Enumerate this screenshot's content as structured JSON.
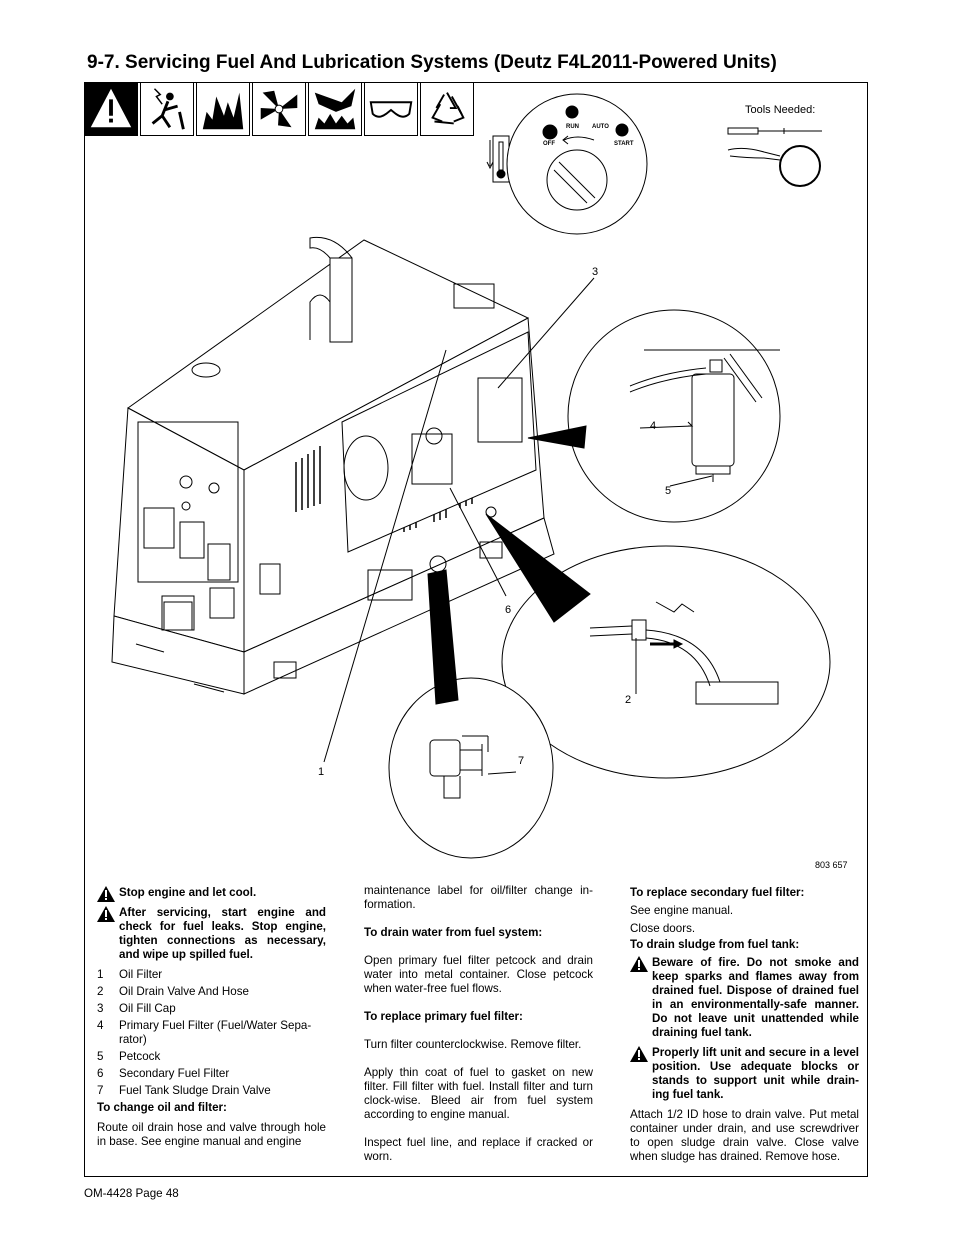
{
  "title": "9-7.   Servicing Fuel And Lubrication Systems (Deutz F4L2011-Powered Units)",
  "tools_label": "Tools Needed:",
  "switch_labels": {
    "run": "RUN",
    "auto": "AUTO",
    "off": "OFF",
    "start": "START"
  },
  "callouts": {
    "c1": "1",
    "c2": "2",
    "c3": "3",
    "c4": "4",
    "c5": "5",
    "c6": "6",
    "c7": "7"
  },
  "figure_number": "803 657",
  "hazard_icons": [
    "warning-icon",
    "electric-shock-icon",
    "fire-icon",
    "fan-hazard-icon",
    "hot-surface-icon",
    "safety-glasses-icon",
    "recycle-icon"
  ],
  "col1": {
    "warn1": "Stop engine and let cool.",
    "warn2": "After servicing, start engine and check for fuel leaks. Stop engine, tighten connections as necessary, and wipe up spilled fuel.",
    "items": [
      {
        "n": "1",
        "label": "Oil Filter"
      },
      {
        "n": "2",
        "label": "Oil Drain Valve And Hose"
      },
      {
        "n": "3",
        "label": "Oil Fill Cap"
      },
      {
        "n": "4",
        "label": "Primary Fuel Filter (Fuel/Water Sepa-rator)"
      },
      {
        "n": "5",
        "label": "Petcock"
      },
      {
        "n": "6",
        "label": "Secondary Fuel Filter"
      },
      {
        "n": "7",
        "label": "Fuel Tank Sludge Drain Valve"
      }
    ],
    "heading": "To change oil and filter:",
    "para": "Route oil drain hose and valve through hole in base. See engine manual and engine"
  },
  "col2": {
    "para1": "maintenance label for oil/filter change in-formation.",
    "heading1": "To drain water from fuel system:",
    "para2": "Open primary fuel filter petcock and drain water into metal container. Close petcock when water-free fuel flows.",
    "heading2": "To replace primary fuel filter:",
    "para3": "Turn filter counterclockwise. Remove filter.",
    "para4": "Apply thin coat of fuel to gasket on new filter. Fill filter with fuel. Install filter and turn clock-wise. Bleed air from fuel system according to engine manual.",
    "para5": "Inspect fuel line, and replace if cracked or worn."
  },
  "col3": {
    "heading1": "To replace secondary fuel filter:",
    "para1": "See engine manual.",
    "para2": "Close doors.",
    "heading2": "To drain sludge from fuel tank:",
    "warn1": "Beware of fire. Do not smoke and keep sparks and flames away from drained fuel. Dispose of drained fuel in an environmentally-safe manner. Do not leave unit unattended while draining fuel tank.",
    "warn2": "Properly lift unit and secure in a level position. Use adequate blocks or stands to support unit while drain-ing fuel tank.",
    "para3": "Attach 1/2 ID hose to drain valve. Put metal container under drain, and use screwdriver to open sludge drain valve. Close valve when sludge has drained. Remove hose."
  },
  "footer": "OM-4428 Page 48"
}
